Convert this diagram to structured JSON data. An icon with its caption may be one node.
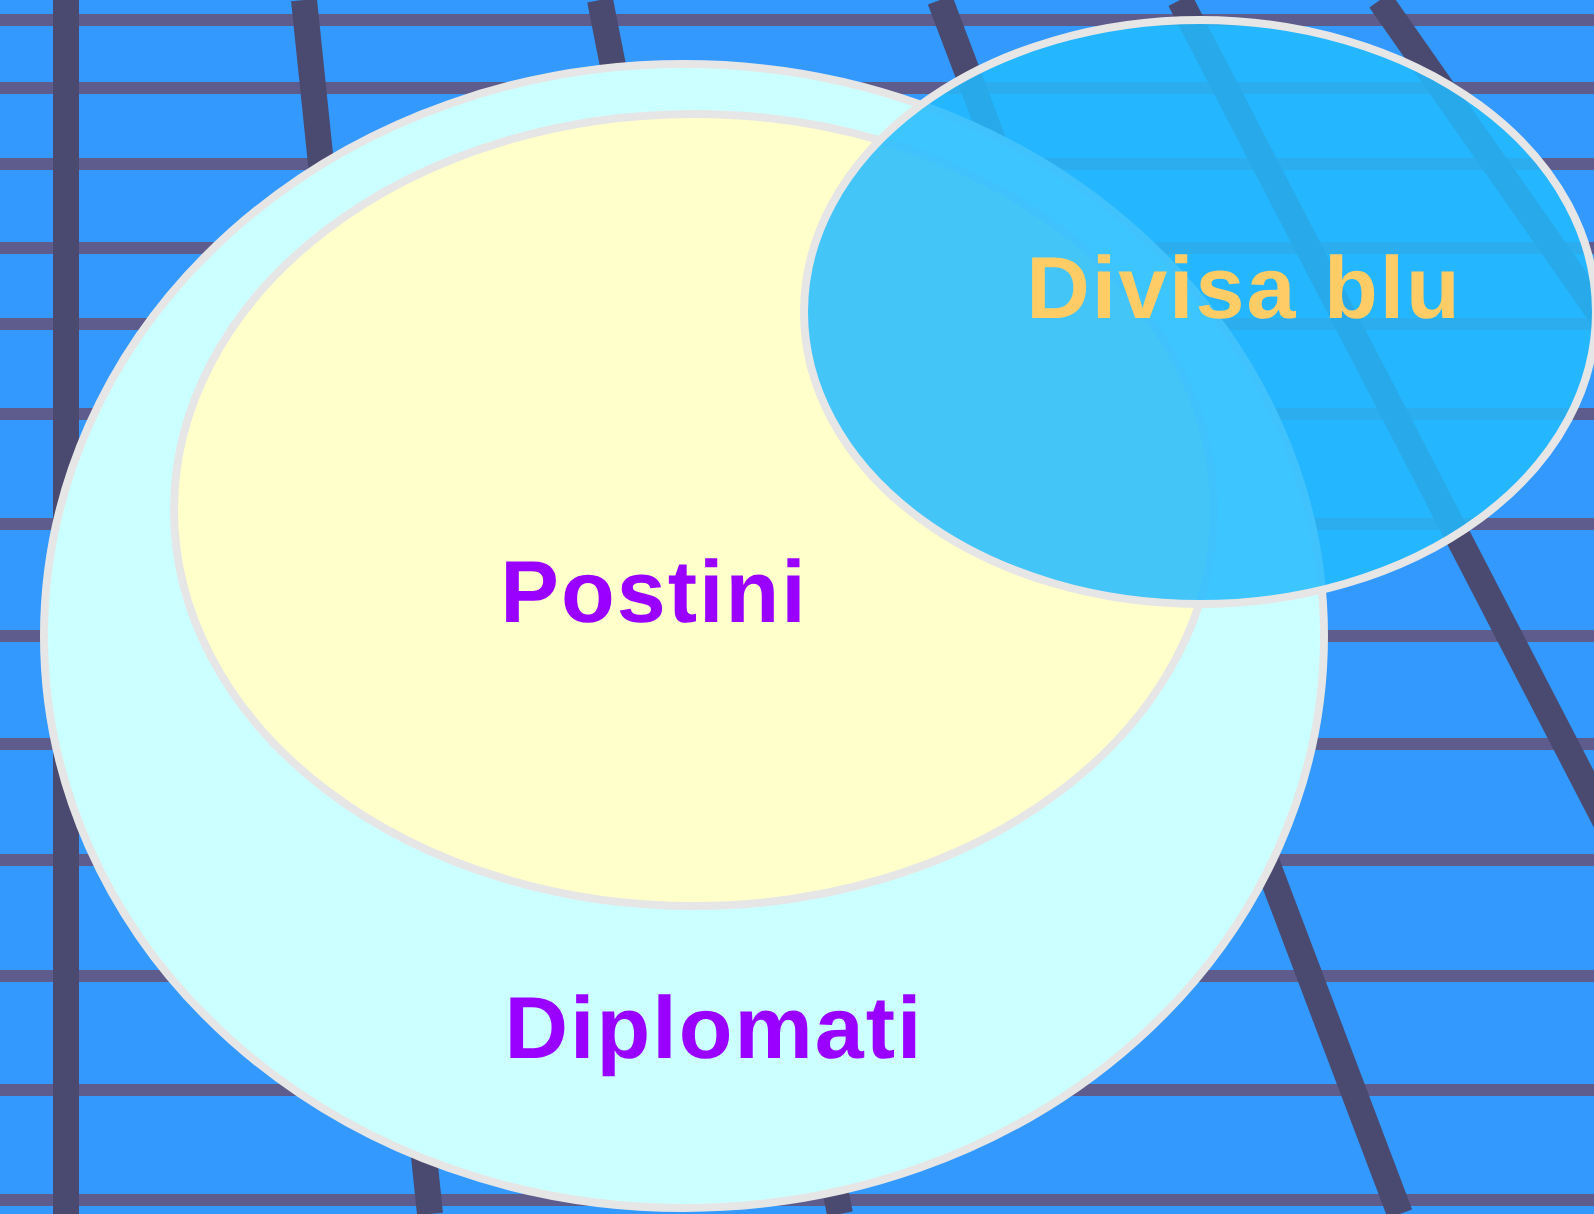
{
  "diagram": {
    "nodes": [
      {
        "text": [
          "Diplomati"
        ]
      },
      {
        "text": [
          "Postini"
        ],
        "in": 0
      },
      {
        "text": [
          "Divisa blu"
        ]
      }
    ]
  }
}
